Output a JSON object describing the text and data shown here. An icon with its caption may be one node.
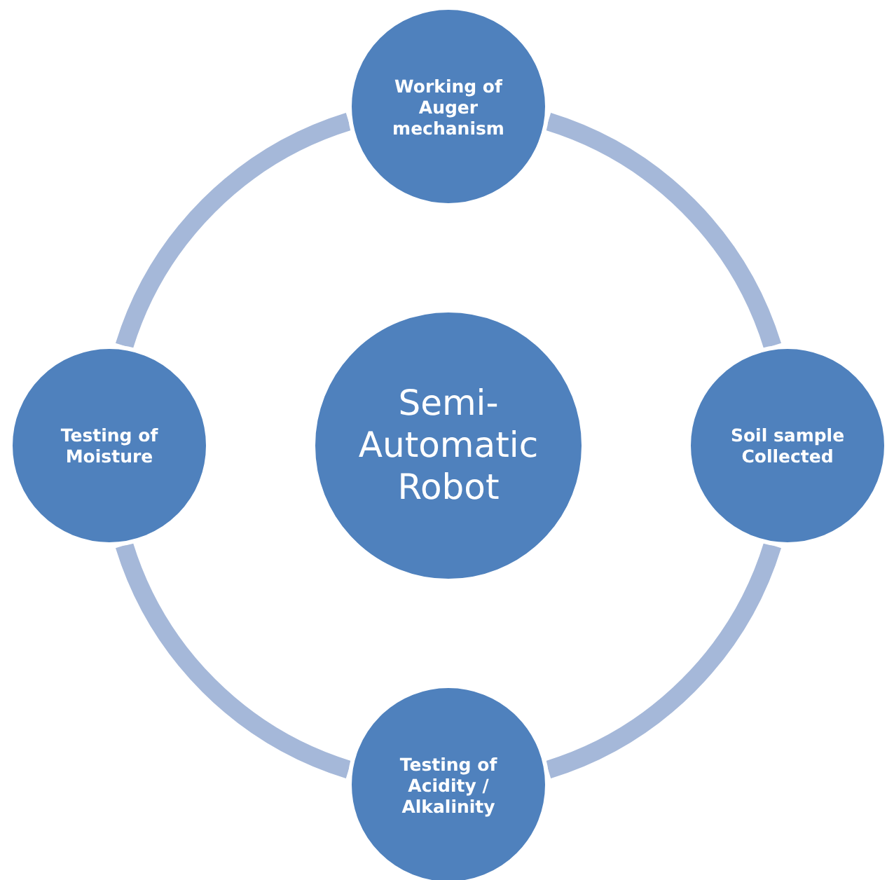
{
  "diagram": {
    "nodes": [
      {
        "text": [
          "Semi-Automatic Robot"
        ]
      },
      {
        "text": [
          "Working of Auger mechanism"
        ]
      },
      {
        "text": [
          "Soil sample Collected"
        ]
      },
      {
        "text": [
          "Testing of Acidity / Alkalinity"
        ]
      },
      {
        "text": [
          "Testing of Moisture"
        ]
      }
    ],
    "edges": [
      {
        "from": 1,
        "to": 2,
        "arrow": "none"
      },
      {
        "from": 2,
        "to": 3,
        "arrow": "none"
      },
      {
        "from": 3,
        "to": 4,
        "arrow": "none"
      },
      {
        "from": 4,
        "to": 1,
        "arrow": "none"
      }
    ]
  }
}
